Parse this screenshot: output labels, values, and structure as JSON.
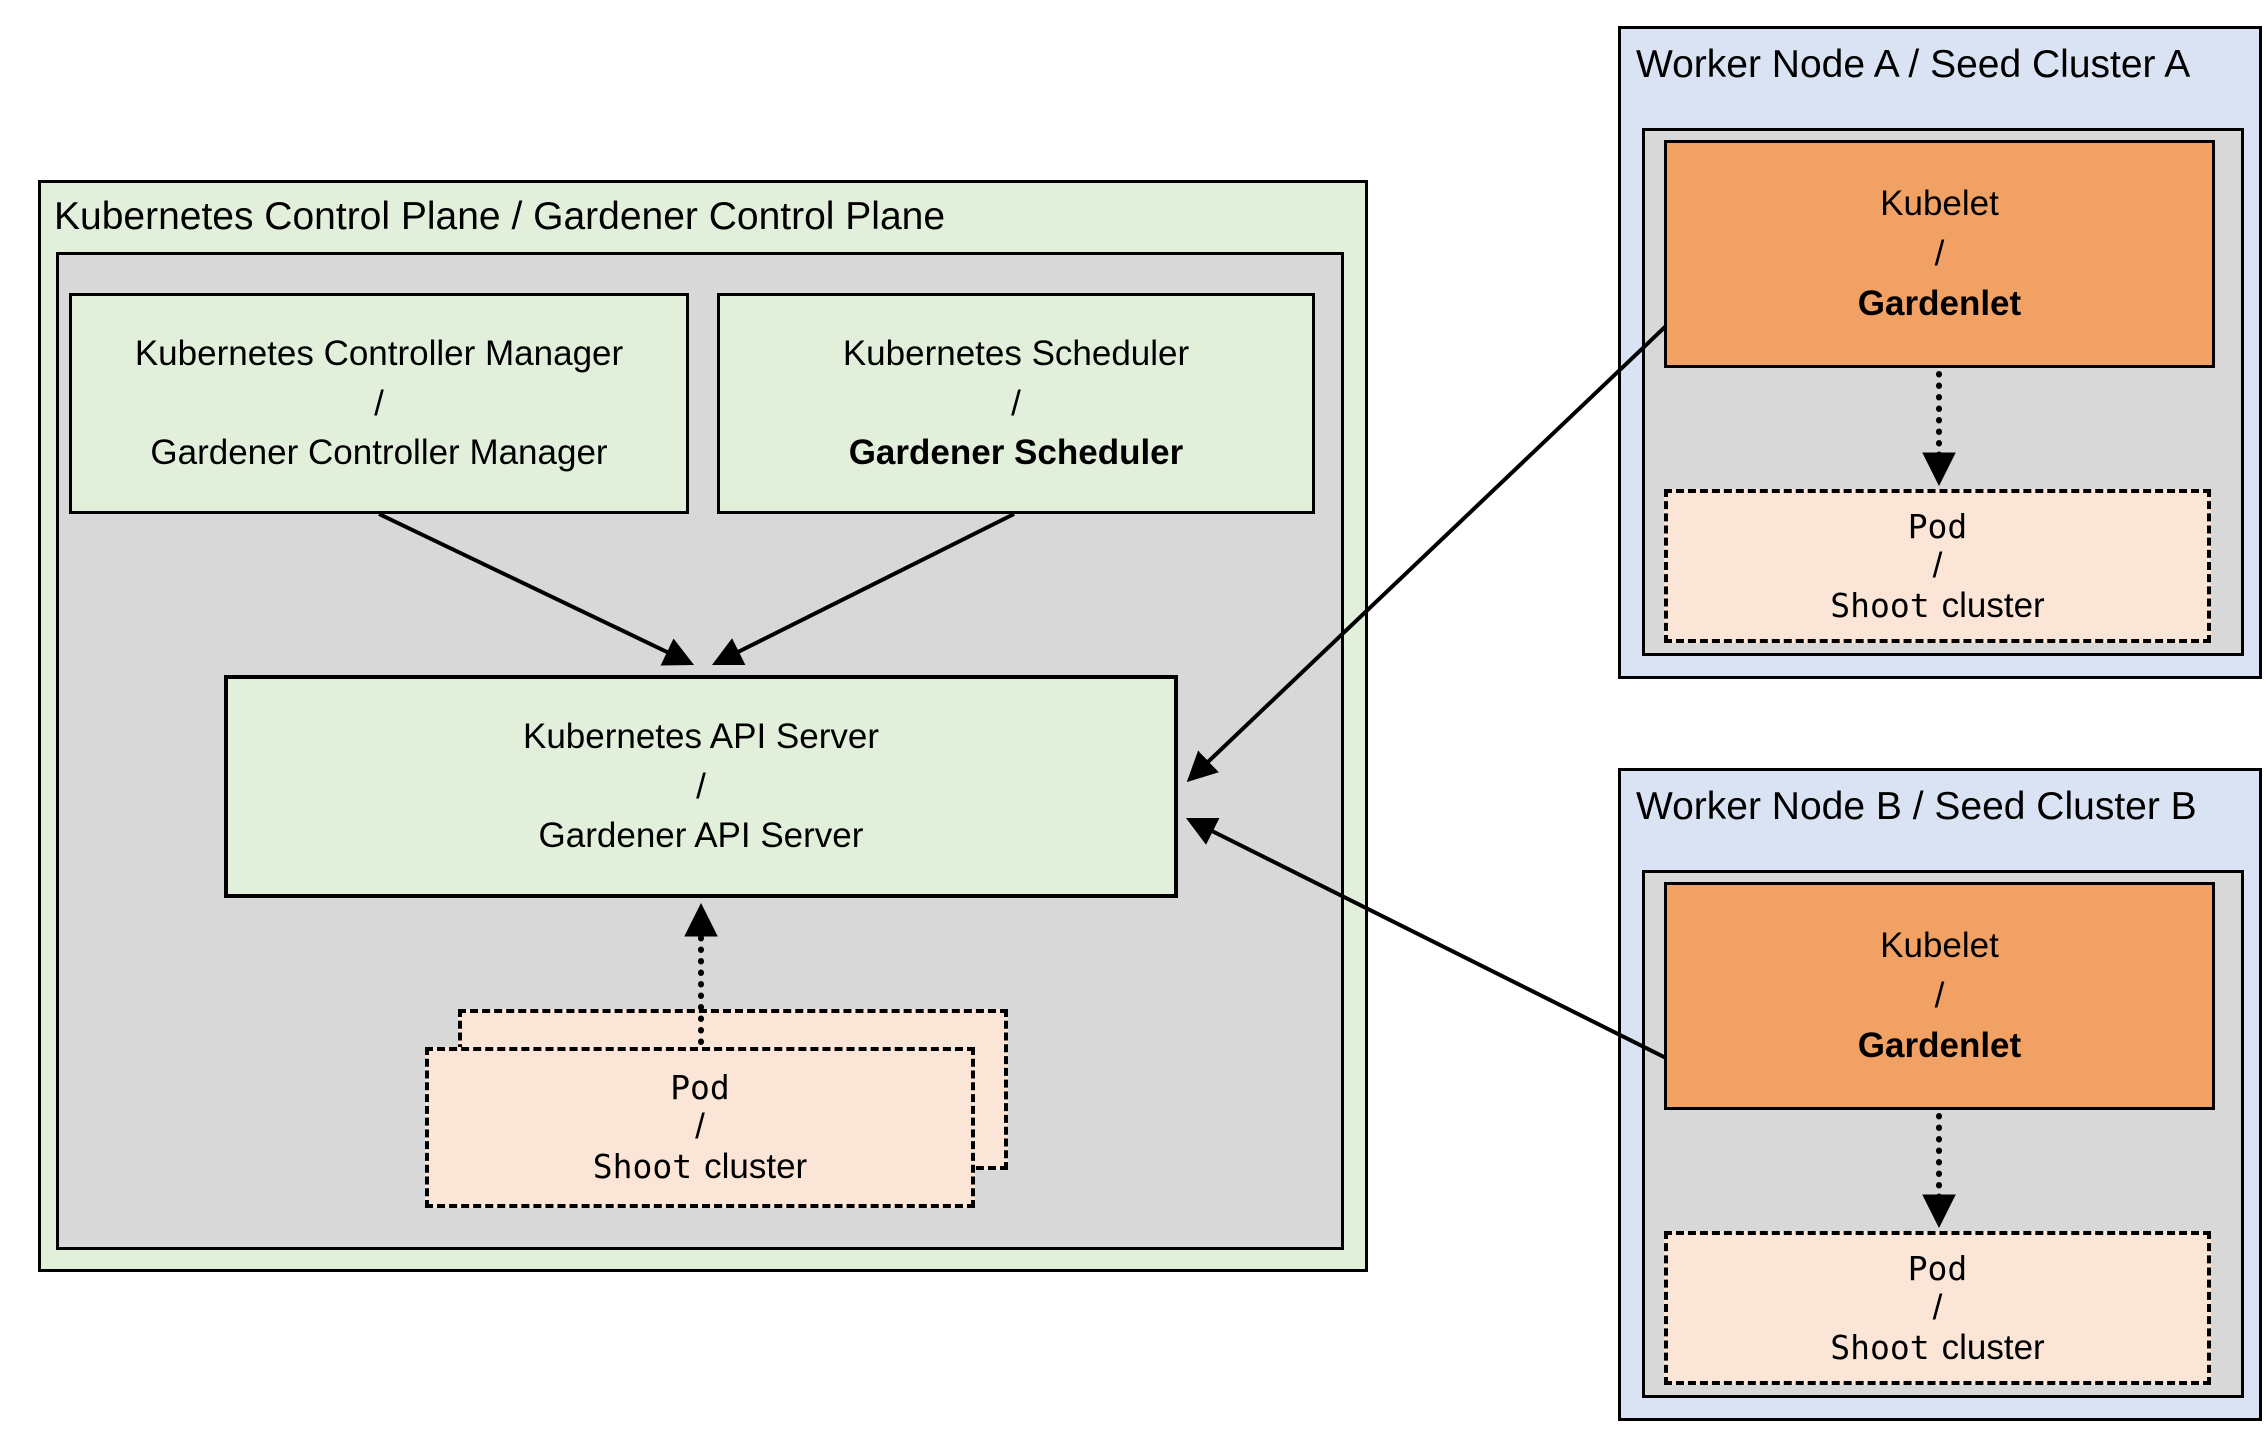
{
  "control_plane": {
    "title": "Kubernetes Control Plane / Gardener Control Plane",
    "controller_manager": {
      "lines": [
        "Kubernetes Controller Manager",
        "/",
        "Gardener Controller Manager"
      ]
    },
    "scheduler": {
      "lines": [
        "Kubernetes Scheduler",
        "/"
      ],
      "bold_line": "Gardener Scheduler"
    },
    "api_server": {
      "lines": [
        "Kubernetes API Server",
        "/",
        "Gardener API Server"
      ]
    },
    "pod": {
      "name": "Pod",
      "slash": "/",
      "shoot": "Shoot",
      "cluster": "cluster"
    }
  },
  "worker_node_a": {
    "title": "Worker Node A / Seed Cluster A",
    "kubelet": {
      "lines": [
        "Kubelet",
        "/"
      ],
      "bold_line": "Gardenlet"
    },
    "pod": {
      "name": "Pod",
      "slash": "/",
      "shoot": "Shoot",
      "cluster": "cluster"
    }
  },
  "worker_node_b": {
    "title": "Worker Node B / Seed Cluster B",
    "kubelet": {
      "lines": [
        "Kubelet",
        "/"
      ],
      "bold_line": "Gardenlet"
    },
    "pod": {
      "name": "Pod",
      "slash": "/",
      "shoot": "Shoot",
      "cluster": "cluster"
    }
  },
  "colors": {
    "control_plane_bg": "#e2efda",
    "inner_panel_bg": "#d8d8d8",
    "component_green_bg": "#e2efda",
    "worker_node_bg": "#dae3f3",
    "kubelet_bg": "#f1a164",
    "pod_bg": "#fbe5d6",
    "border": "#000000"
  }
}
